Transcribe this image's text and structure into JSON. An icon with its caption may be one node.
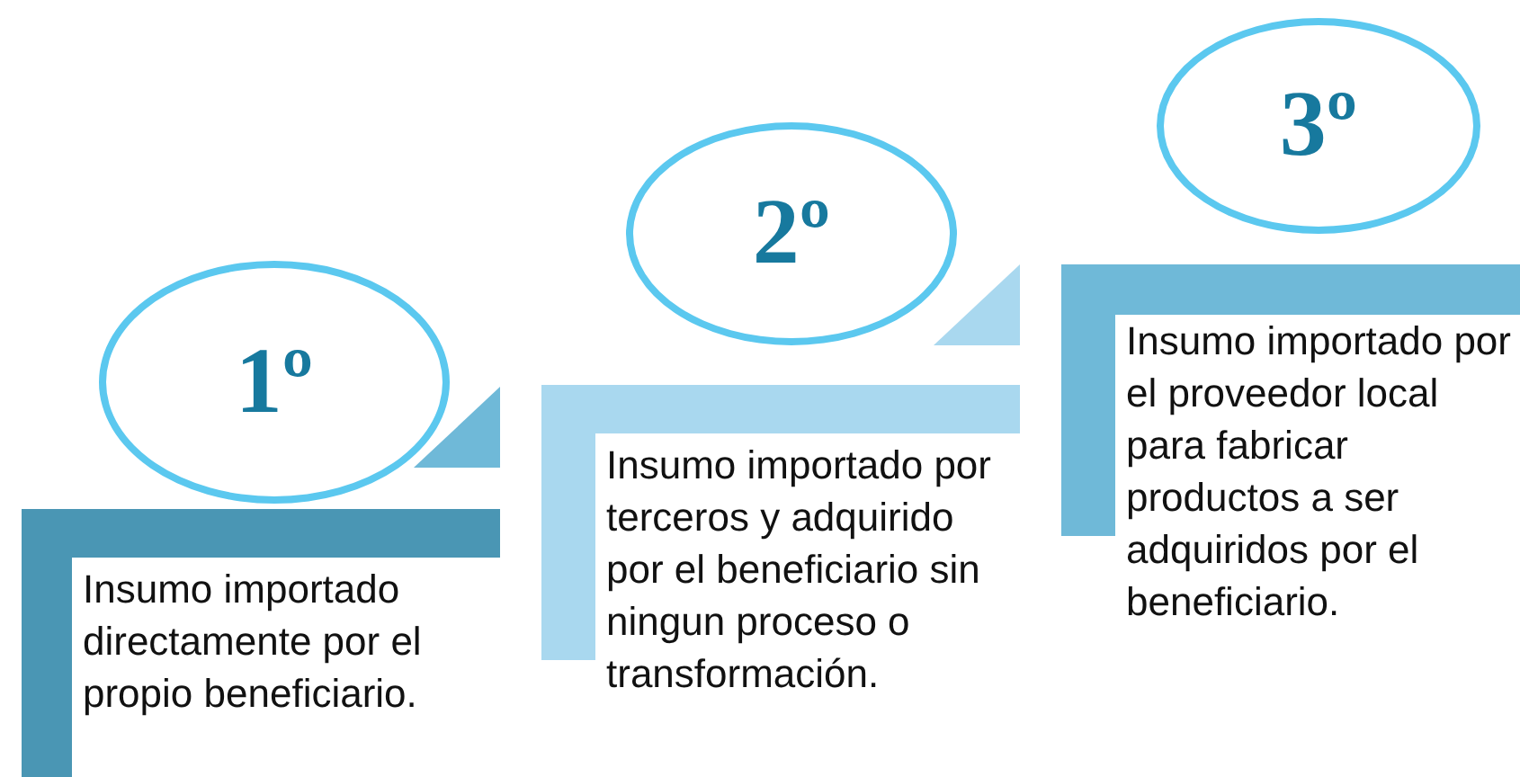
{
  "diagram": {
    "nodes": [
      {
        "text": [
          "1º"
        ]
      },
      {
        "text": [
          "Insumo importado directamente por el propio beneficiario."
        ]
      },
      {
        "text": [
          "2º"
        ]
      },
      {
        "text": [
          "Insumo importado por terceros y adquirido por el beneficiario sin ningun proceso o transformación."
        ]
      },
      {
        "text": [
          "3º"
        ]
      },
      {
        "text": [
          "Insumo importado por el proveedor local para fabricar productos a ser adquiridos por el beneficiario."
        ]
      }
    ]
  }
}
